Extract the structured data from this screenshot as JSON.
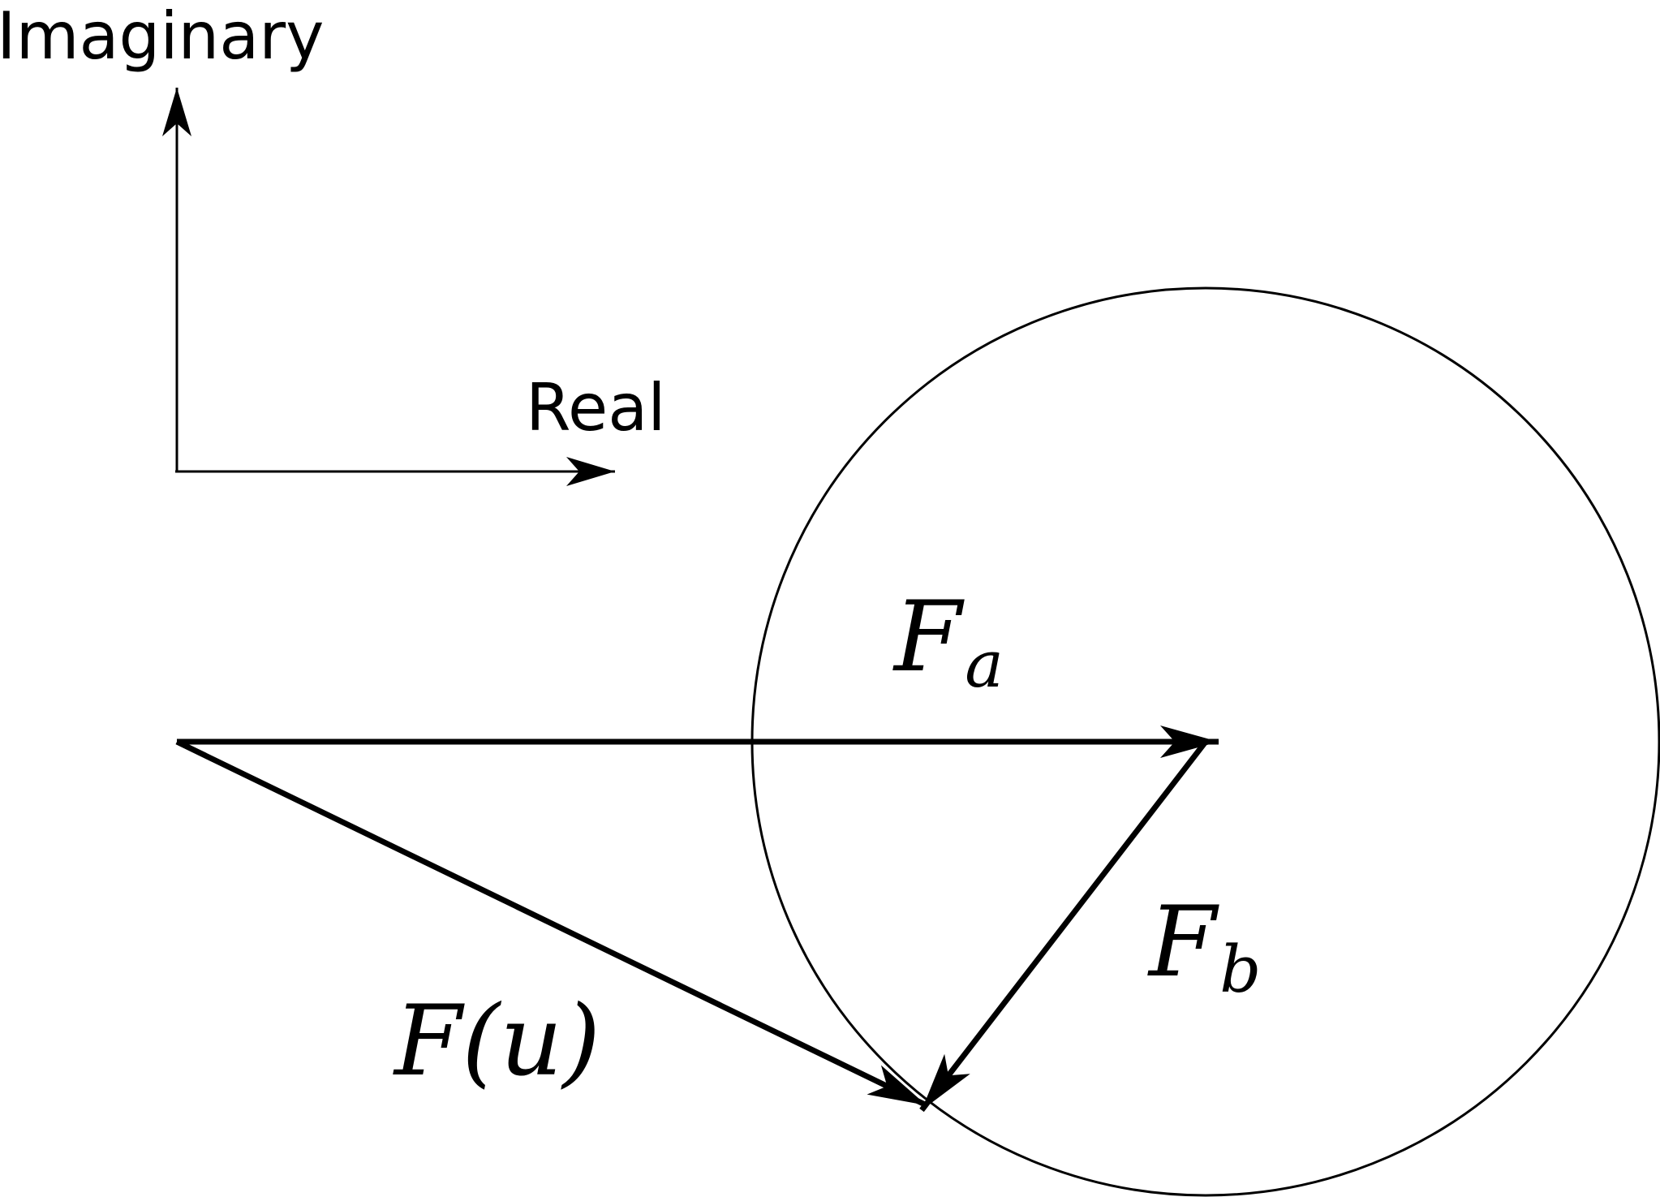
{
  "axes": {
    "imaginary_label": "Imaginary",
    "real_label": "Real"
  },
  "vectors": {
    "fa": {
      "symbol": "F",
      "subscript": "a"
    },
    "fb": {
      "symbol": "F",
      "subscript": "b"
    },
    "fu": {
      "text": "F(u)"
    }
  },
  "colors": {
    "stroke": "#000000",
    "background": "#ffffff"
  }
}
